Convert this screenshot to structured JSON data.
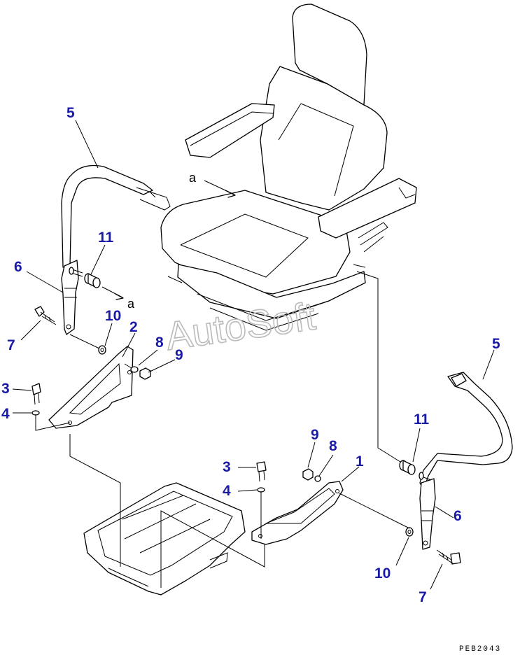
{
  "watermark": "AutoSoft",
  "drawing_code": "PEB2043",
  "reference_letter": "a",
  "callouts": {
    "belt_left": "5",
    "belt_right": "5",
    "anchor_left": "6",
    "anchor_right": "6",
    "bolt7_left": "7",
    "bolt7_right": "7",
    "collar_left": "11",
    "collar_right": "11",
    "washer10_left": "10",
    "washer10_right": "10",
    "bracket_left": "2",
    "bracket_right": "1",
    "washer8_left": "8",
    "washer8_right": "8",
    "nut9_left": "9",
    "nut9_right": "9",
    "bolt3_left": "3",
    "bolt3_right": "3",
    "washer4_left": "4",
    "washer4_right": "4"
  },
  "colors": {
    "callout": "#1a1aa8",
    "line": "#000000",
    "watermark": "#bbbbbb"
  }
}
